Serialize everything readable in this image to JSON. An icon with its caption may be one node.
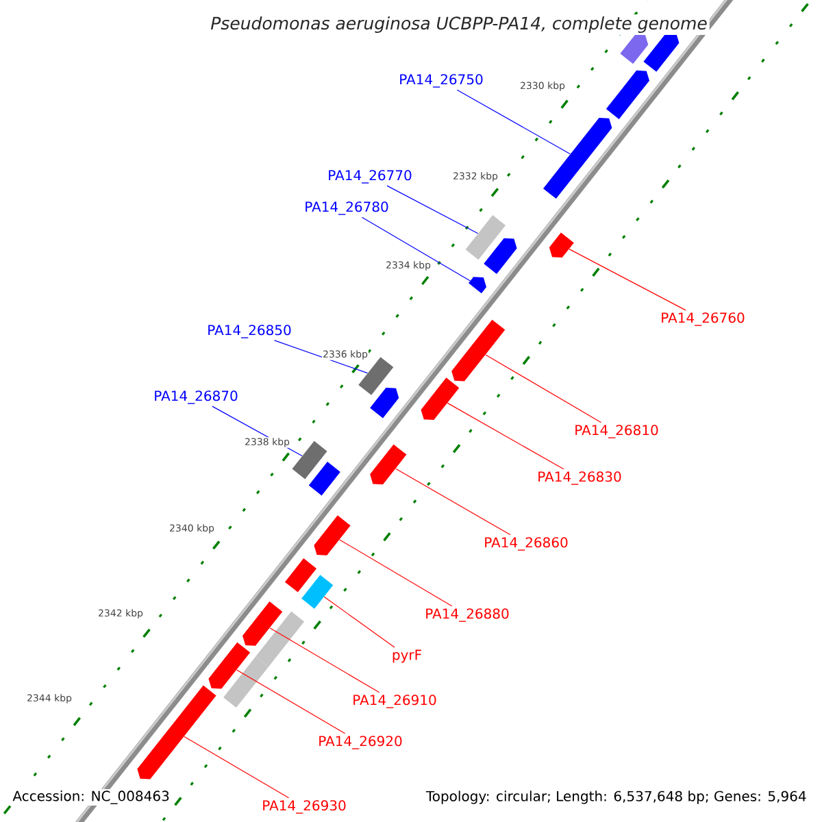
{
  "diagram": {
    "title": "Pseudomonas aeruginosa UCBPP-PA14, complete genome",
    "nodes": [
      {
        "text": [
          "PA14_26750"
        ]
      },
      {
        "text": [
          "PA14_26770"
        ]
      },
      {
        "text": [
          "PA14_26780"
        ]
      },
      {
        "text": [
          "PA14_26850"
        ]
      },
      {
        "text": [
          "PA14_26870"
        ]
      },
      {
        "text": [
          "PA14_26760"
        ]
      },
      {
        "text": [
          "PA14_26810"
        ]
      },
      {
        "text": [
          "PA14_26830"
        ]
      },
      {
        "text": [
          "PA14_26860"
        ]
      },
      {
        "text": [
          "PA14_26880"
        ]
      },
      {
        "text": [
          "pyrF"
        ]
      },
      {
        "text": [
          "PA14_26910"
        ]
      },
      {
        "text": [
          "PA14_26920"
        ]
      },
      {
        "text": [
          "PA14_26930"
        ]
      },
      {
        "text": [],
        "shape": "pentagon"
      },
      {
        "text": [],
        "shape": "box"
      },
      {
        "text": [],
        "shape": "pentagon"
      },
      {
        "text": [],
        "shape": "box"
      },
      {
        "text": [],
        "shape": "box"
      },
      {
        "text": [],
        "shape": "pentagon"
      },
      {
        "text": [],
        "shape": "pentagon"
      },
      {
        "text": [],
        "shape": "pentagon"
      },
      {
        "text": [],
        "shape": "pentagon"
      },
      {
        "text": [],
        "shape": "pentagon"
      },
      {
        "text": [],
        "shape": "box"
      },
      {
        "text": [],
        "shape": "pentagon"
      },
      {
        "text": [],
        "shape": "pentagon"
      },
      {
        "text": [],
        "shape": "pentagon"
      },
      {
        "text": [],
        "shape": "pentagon"
      },
      {
        "text": [],
        "shape": "pentagon"
      },
      {
        "text": [],
        "shape": "pentagon"
      },
      {
        "text": [],
        "shape": "pentagon"
      },
      {
        "text": [],
        "shape": "box"
      },
      {
        "text": [],
        "shape": "pentagon"
      },
      {
        "text": [],
        "shape": "box"
      },
      {
        "text": [],
        "shape": "box"
      },
      {
        "text": [],
        "shape": "box"
      }
    ],
    "edges": [
      {
        "from": 0,
        "to": 14,
        "arrow": "none",
        "color": "#0000ff"
      },
      {
        "from": 1,
        "to": 15,
        "arrow": "none",
        "color": "#0000ff"
      },
      {
        "from": 2,
        "to": 16,
        "arrow": "none",
        "color": "#0000ff"
      },
      {
        "from": 3,
        "to": 17,
        "arrow": "none",
        "color": "#0000ff"
      },
      {
        "from": 4,
        "to": 18,
        "arrow": "none",
        "color": "#0000ff"
      },
      {
        "from": 5,
        "to": 19,
        "arrow": "none"
      },
      {
        "from": 6,
        "to": 20,
        "arrow": "none"
      },
      {
        "from": 7,
        "to": 21,
        "arrow": "none"
      },
      {
        "from": 8,
        "to": 22,
        "arrow": "none"
      },
      {
        "from": 9,
        "to": 23,
        "arrow": "none"
      },
      {
        "from": 10,
        "to": 24,
        "arrow": "none"
      },
      {
        "from": 11,
        "to": 25,
        "arrow": "none"
      },
      {
        "from": 12,
        "to": 26,
        "arrow": "none"
      },
      {
        "from": 13,
        "to": 27,
        "arrow": "none"
      }
    ],
    "labels": [
      "2330 kbp",
      "2332 kbp",
      "2334 kbp",
      "2336 kbp",
      "2338 kbp",
      "2340 kbp",
      "2342 kbp",
      "2344 kbp",
      "Accession: NC_008463",
      "Topology: circular; Length: 6,537,648 bp; Genes: 5,964"
    ]
  }
}
